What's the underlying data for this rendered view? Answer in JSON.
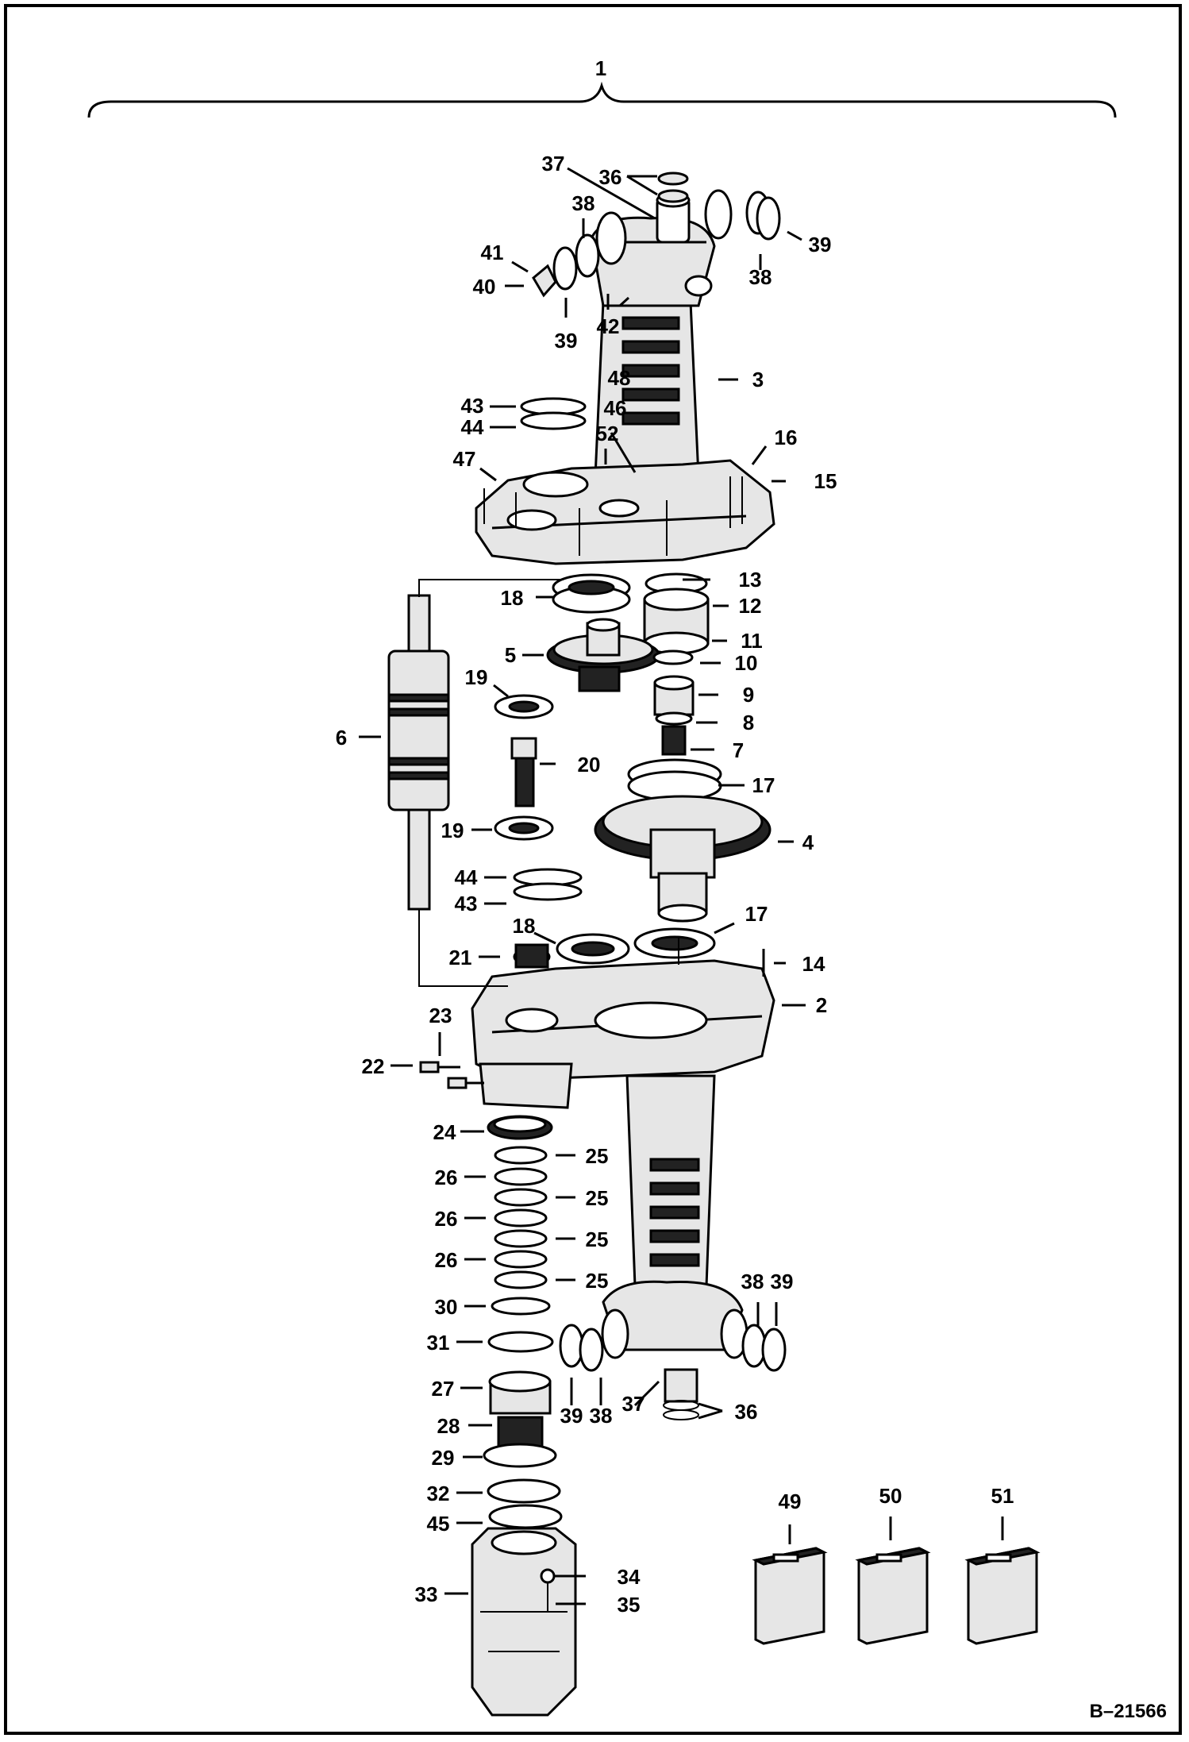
{
  "drawing": {
    "reference": "B–21566",
    "assembly_label": "1",
    "callouts": [
      {
        "id": "c1",
        "text": "1"
      },
      {
        "id": "c2",
        "text": "2"
      },
      {
        "id": "c3",
        "text": "3"
      },
      {
        "id": "c4",
        "text": "4"
      },
      {
        "id": "c5",
        "text": "5"
      },
      {
        "id": "c6",
        "text": "6"
      },
      {
        "id": "c7",
        "text": "7"
      },
      {
        "id": "c8",
        "text": "8"
      },
      {
        "id": "c9",
        "text": "9"
      },
      {
        "id": "c10",
        "text": "10"
      },
      {
        "id": "c11",
        "text": "11"
      },
      {
        "id": "c12",
        "text": "12"
      },
      {
        "id": "c13",
        "text": "13"
      },
      {
        "id": "c14",
        "text": "14"
      },
      {
        "id": "c15",
        "text": "15"
      },
      {
        "id": "c16",
        "text": "16"
      },
      {
        "id": "c17a",
        "text": "17"
      },
      {
        "id": "c17b",
        "text": "17"
      },
      {
        "id": "c18a",
        "text": "18"
      },
      {
        "id": "c18b",
        "text": "18"
      },
      {
        "id": "c19a",
        "text": "19"
      },
      {
        "id": "c19b",
        "text": "19"
      },
      {
        "id": "c20",
        "text": "20"
      },
      {
        "id": "c21",
        "text": "21"
      },
      {
        "id": "c22",
        "text": "22"
      },
      {
        "id": "c23",
        "text": "23"
      },
      {
        "id": "c24",
        "text": "24"
      },
      {
        "id": "c25a",
        "text": "25"
      },
      {
        "id": "c25b",
        "text": "25"
      },
      {
        "id": "c25c",
        "text": "25"
      },
      {
        "id": "c25d",
        "text": "25"
      },
      {
        "id": "c26a",
        "text": "26"
      },
      {
        "id": "c26b",
        "text": "26"
      },
      {
        "id": "c26c",
        "text": "26"
      },
      {
        "id": "c27",
        "text": "27"
      },
      {
        "id": "c28",
        "text": "28"
      },
      {
        "id": "c29",
        "text": "29"
      },
      {
        "id": "c30",
        "text": "30"
      },
      {
        "id": "c31",
        "text": "31"
      },
      {
        "id": "c32",
        "text": "32"
      },
      {
        "id": "c33",
        "text": "33"
      },
      {
        "id": "c34",
        "text": "34"
      },
      {
        "id": "c35",
        "text": "35"
      },
      {
        "id": "c36a",
        "text": "36"
      },
      {
        "id": "c36b",
        "text": "36"
      },
      {
        "id": "c37a",
        "text": "37"
      },
      {
        "id": "c37b",
        "text": "37"
      },
      {
        "id": "c38a",
        "text": "38"
      },
      {
        "id": "c38b",
        "text": "38"
      },
      {
        "id": "c38c",
        "text": "38"
      },
      {
        "id": "c38d",
        "text": "38"
      },
      {
        "id": "c39a",
        "text": "39"
      },
      {
        "id": "c39b",
        "text": "39"
      },
      {
        "id": "c39c",
        "text": "39"
      },
      {
        "id": "c39d",
        "text": "39"
      },
      {
        "id": "c40",
        "text": "40"
      },
      {
        "id": "c41",
        "text": "41"
      },
      {
        "id": "c42",
        "text": "42"
      },
      {
        "id": "c43a",
        "text": "43"
      },
      {
        "id": "c43b",
        "text": "43"
      },
      {
        "id": "c44a",
        "text": "44"
      },
      {
        "id": "c44b",
        "text": "44"
      },
      {
        "id": "c45",
        "text": "45"
      },
      {
        "id": "c46",
        "text": "46"
      },
      {
        "id": "c47",
        "text": "47"
      },
      {
        "id": "c48",
        "text": "48"
      },
      {
        "id": "c49",
        "text": "49"
      },
      {
        "id": "c50",
        "text": "50"
      },
      {
        "id": "c51",
        "text": "51"
      },
      {
        "id": "c52",
        "text": "52"
      }
    ]
  }
}
